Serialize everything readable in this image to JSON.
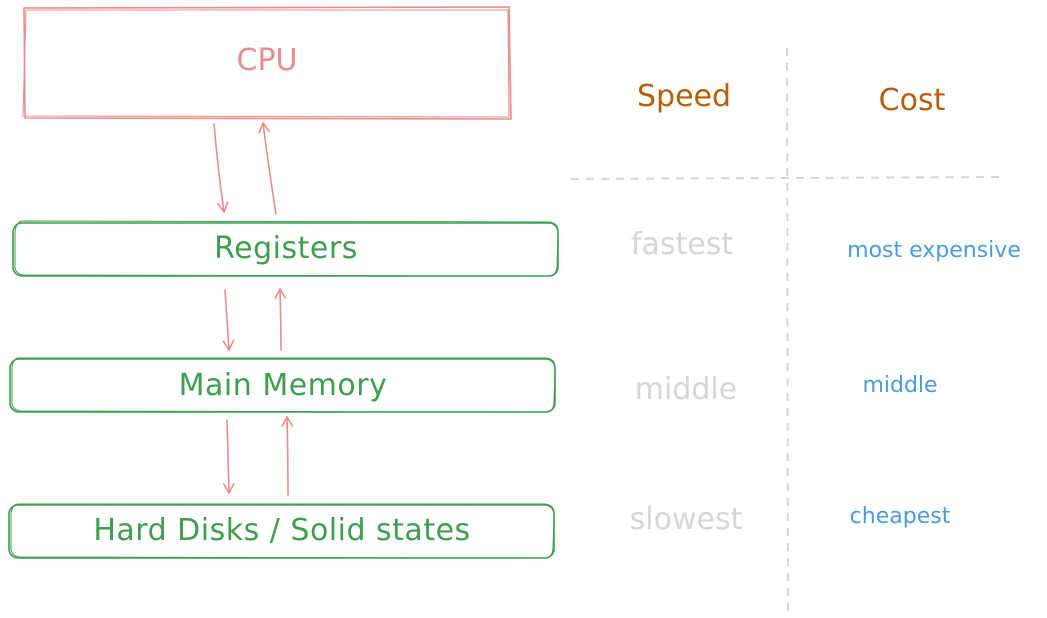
{
  "cpu": {
    "label": "CPU"
  },
  "layers": [
    {
      "label": "Registers",
      "speed": "fastest",
      "cost": "most expensive"
    },
    {
      "label": "Main Memory",
      "speed": "middle",
      "cost": "middle"
    },
    {
      "label": "Hard Disks / Solid states",
      "speed": "slowest",
      "cost": "cheapest"
    }
  ],
  "headers": {
    "speed": "Speed",
    "cost": "Cost"
  },
  "colors": {
    "cpu": "#ea8c8c",
    "arrow": "#ea8c8c",
    "layer": "#3f9e4f",
    "header": "#b85e0b",
    "speed": "#d6d6d6",
    "cost": "#4d9bde",
    "divider": "#d6d6d6"
  }
}
